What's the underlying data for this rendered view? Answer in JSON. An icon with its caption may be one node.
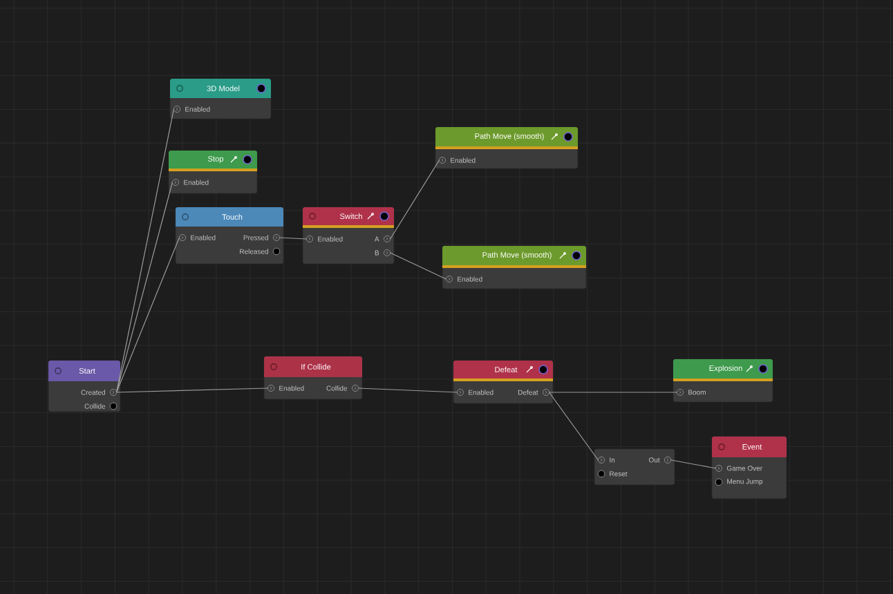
{
  "diagram": {
    "nodes": [
      {
        "text": [
          "3D Model"
        ]
      },
      {
        "text": [
          "Enabled"
        ],
        "in": 0
      },
      {
        "text": [
          "Path Move (smooth)"
        ]
      },
      {
        "text": [
          "Enabled"
        ],
        "in": 2
      },
      {
        "text": [
          "Stop"
        ]
      },
      {
        "text": [
          "Enabled"
        ],
        "in": 4
      },
      {
        "text": [
          "Touch"
        ]
      },
      {
        "text": [
          "Enabled"
        ],
        "in": 6
      },
      {
        "text": [
          "Pressed"
        ],
        "in": 6
      },
      {
        "text": [
          "Released"
        ],
        "in": 6
      },
      {
        "text": [
          "Switch"
        ]
      },
      {
        "text": [
          "Enabled"
        ],
        "in": 10
      },
      {
        "text": [
          "A"
        ],
        "in": 10
      },
      {
        "text": [
          "B"
        ],
        "in": 10
      },
      {
        "text": [
          "Path Move (smooth)"
        ]
      },
      {
        "text": [
          "Enabled"
        ],
        "in": 14
      },
      {
        "text": [
          "Start"
        ]
      },
      {
        "text": [
          "Created"
        ],
        "in": 16
      },
      {
        "text": [
          "Collide"
        ],
        "in": 16
      },
      {
        "text": [
          "If Collide"
        ]
      },
      {
        "text": [
          "Enabled"
        ],
        "in": 19
      },
      {
        "text": [
          "Collide"
        ],
        "in": 19
      },
      {
        "text": [
          "Defeat"
        ]
      },
      {
        "text": [
          "Enabled"
        ],
        "in": 22
      },
      {
        "text": [
          "Defeat"
        ],
        "in": 22
      },
      {
        "text": [
          "Explosion"
        ]
      },
      {
        "text": [
          "Boom"
        ],
        "in": 25
      },
      {
        "text": [],
        "shape": "box"
      },
      {
        "text": [
          "In"
        ],
        "in": 27
      },
      {
        "text": [
          "Out"
        ],
        "in": 27
      },
      {
        "text": [
          "Reset"
        ],
        "in": 27
      },
      {
        "text": [
          "Event"
        ]
      },
      {
        "text": [
          "Game Over"
        ],
        "in": 31
      },
      {
        "text": [
          "Menu Jump"
        ],
        "in": 31
      }
    ],
    "edges": [
      {
        "from": 17,
        "to": 1,
        "arrow": "none"
      },
      {
        "from": 17,
        "to": 5,
        "arrow": "none"
      },
      {
        "from": 17,
        "to": 7,
        "arrow": "none"
      },
      {
        "from": 17,
        "to": 20,
        "arrow": "none"
      },
      {
        "from": 8,
        "to": 11,
        "arrow": "none"
      },
      {
        "from": 12,
        "to": 3,
        "arrow": "none"
      },
      {
        "from": 13,
        "to": 15,
        "arrow": "none"
      },
      {
        "from": 21,
        "to": 23,
        "arrow": "none"
      },
      {
        "from": 24,
        "to": 26,
        "arrow": "none"
      },
      {
        "from": 24,
        "to": 28,
        "arrow": "none"
      },
      {
        "from": 29,
        "to": 32,
        "arrow": "none"
      }
    ]
  }
}
